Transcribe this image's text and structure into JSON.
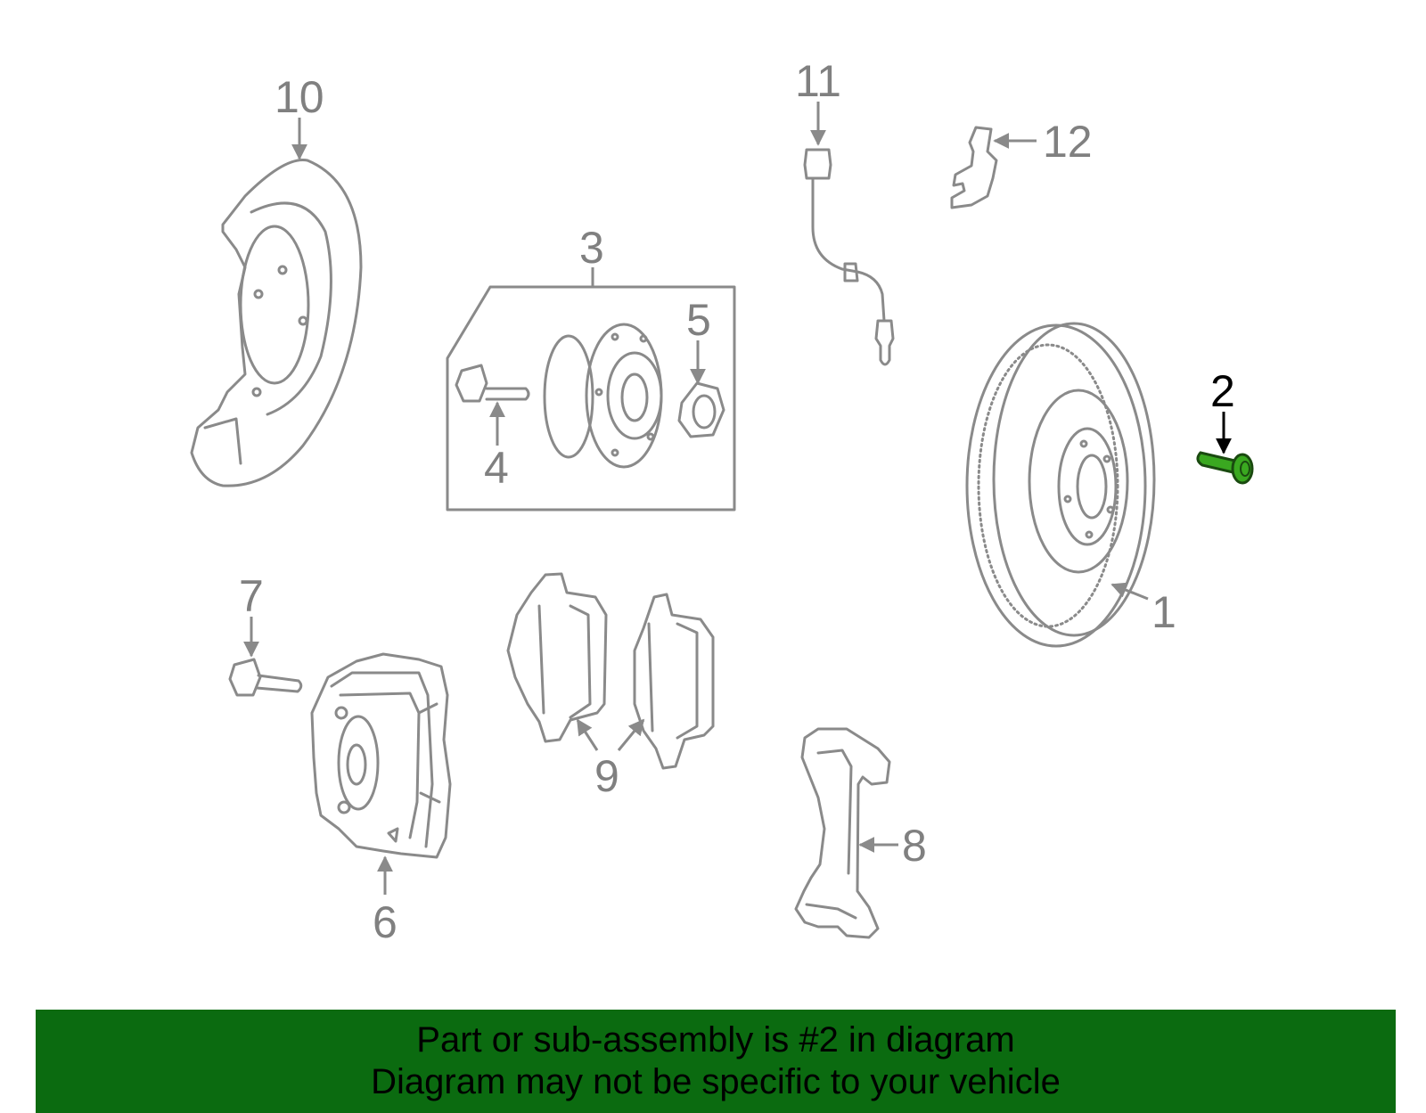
{
  "callouts": {
    "c1": "1",
    "c2": "2",
    "c3": "3",
    "c4": "4",
    "c5": "5",
    "c6": "6",
    "c7": "7",
    "c8": "8",
    "c9": "9",
    "c10": "10",
    "c11": "11",
    "c12": "12"
  },
  "highlight": {
    "part": "2",
    "color": "#3aa820",
    "label_color": "#000000"
  },
  "banner": {
    "line1": "Part or sub-assembly is #2 in diagram",
    "line2": "Diagram may not be specific to your vehicle",
    "background": "#0b6b10"
  }
}
